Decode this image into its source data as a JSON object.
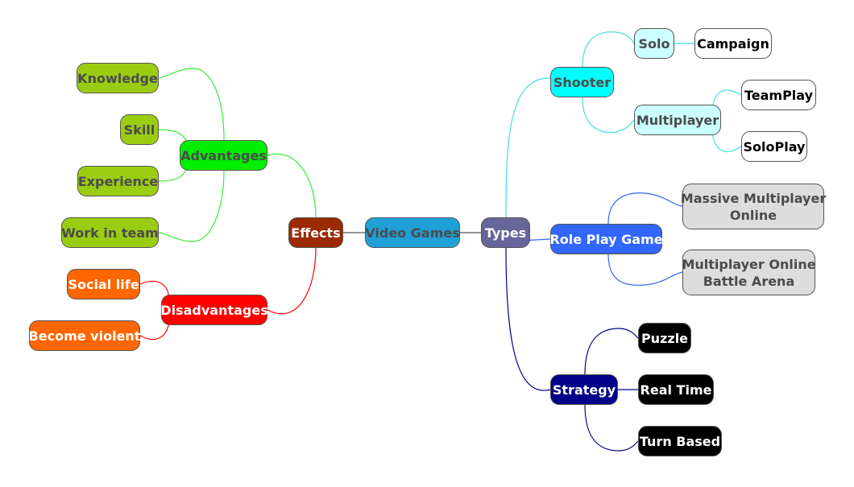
{
  "colors": {
    "root": "#1fa0d6",
    "effects": "#9a2b00",
    "types": "#65669a",
    "advantages": "#00ee00",
    "advantage_leaf": "#9acd12",
    "advantage_line": "#33ee33",
    "disadvantages": "#ff0000",
    "disadvantage_leaf": "#ff6600",
    "shooter": "#00ffff",
    "shooter_sub": "#ccffff",
    "shooter_line": "#44dddd",
    "rpg": "#3366ff",
    "rpg_leaf": "#dddddd",
    "strategy": "#000088",
    "strategy_leaf": "#000000",
    "connector": "#555555",
    "white": "#ffffff"
  },
  "mindmap": {
    "root": "Video Games",
    "effects": {
      "label": "Effects",
      "advantages": {
        "label": "Advantages",
        "items": [
          "Knowledge",
          "Skill",
          "Experience",
          "Work in team"
        ]
      },
      "disadvantages": {
        "label": "Disadvantages",
        "items": [
          "Social life",
          "Become violent"
        ]
      }
    },
    "types": {
      "label": "Types",
      "shooter": {
        "label": "Shooter",
        "solo": {
          "label": "Solo",
          "items": [
            "Campaign"
          ]
        },
        "multiplayer": {
          "label": "Multiplayer",
          "items": [
            "TeamPlay",
            "SoloPlay"
          ]
        }
      },
      "rpg": {
        "label": "Role Play Game",
        "items": [
          {
            "line1": "Massive Multiplayer",
            "line2": "Online"
          },
          {
            "line1": "Multiplayer Online",
            "line2": "Battle Arena"
          }
        ]
      },
      "strategy": {
        "label": "Strategy",
        "items": [
          "Puzzle",
          "Real Time",
          "Turn Based"
        ]
      }
    }
  }
}
